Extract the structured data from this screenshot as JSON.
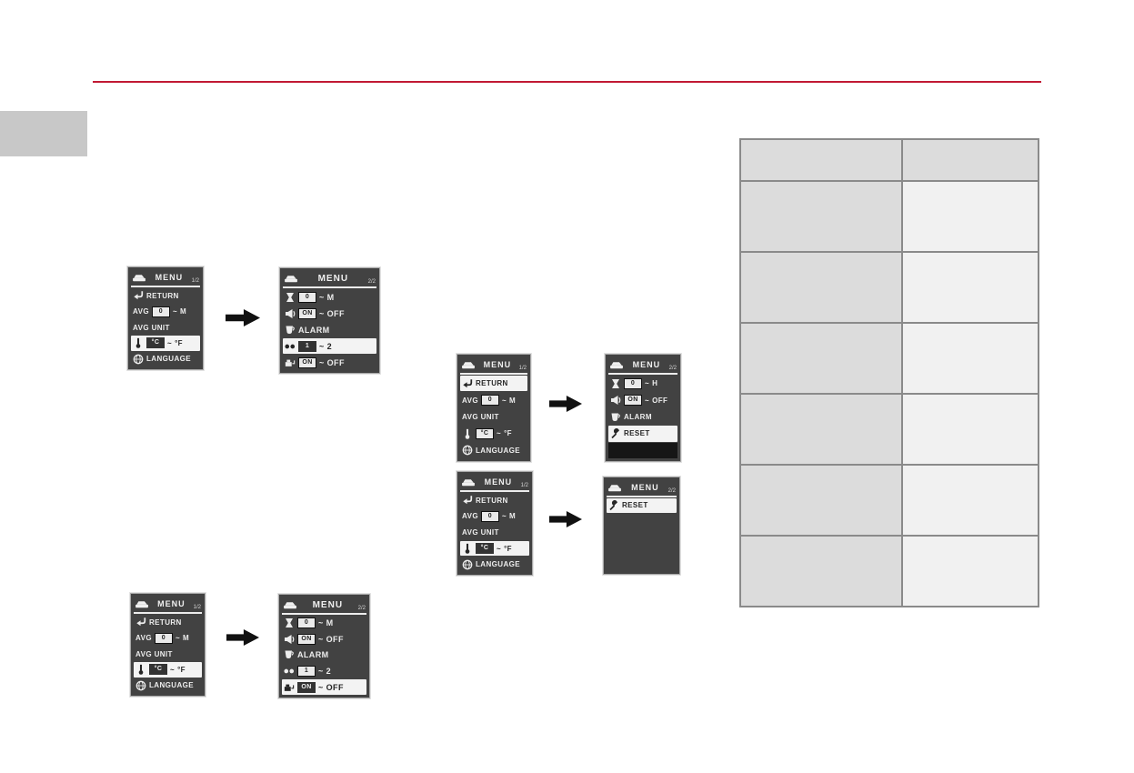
{
  "page": {
    "accent_color": "#c11934",
    "side_tab_color": "#c8c8c8",
    "arrow_color": "#111111"
  },
  "lcd": {
    "title": "MENU",
    "header_icon": "car-icon",
    "screens": {
      "s1l": {
        "page": "1/2",
        "rows": [
          {
            "segs": [
              {
                "icon": "return-icon"
              },
              {
                "text": "RETURN"
              }
            ]
          },
          {
            "segs": [
              {
                "text": "AVG"
              },
              {
                "box": "0"
              },
              {
                "text": "~"
              },
              {
                "text": "M"
              }
            ]
          },
          {
            "segs": [
              {
                "text": "AVG UNIT"
              }
            ]
          },
          {
            "sel": true,
            "segs": [
              {
                "icon": "thermometer-icon"
              },
              {
                "box": "°C"
              },
              {
                "text": "~"
              },
              {
                "text": "°F"
              }
            ]
          },
          {
            "segs": [
              {
                "icon": "globe-icon"
              },
              {
                "text": "LANGUAGE"
              }
            ]
          }
        ]
      },
      "s1r": {
        "page": "2/2",
        "rows": [
          {
            "segs": [
              {
                "icon": "hourglass-icon"
              },
              {
                "box": "0"
              },
              {
                "text": "~"
              },
              {
                "text": "M"
              }
            ]
          },
          {
            "segs": [
              {
                "icon": "speaker-icon"
              },
              {
                "box": "ON"
              },
              {
                "text": "~"
              },
              {
                "text": "OFF"
              }
            ]
          },
          {
            "segs": [
              {
                "icon": "cup-icon"
              },
              {
                "text": "ALARM"
              }
            ]
          },
          {
            "sel": true,
            "segs": [
              {
                "icon": "dots-icon"
              },
              {
                "box": "1"
              },
              {
                "text": "~"
              },
              {
                "text": "2"
              }
            ]
          },
          {
            "segs": [
              {
                "icon": "fuel-icon"
              },
              {
                "box": "ON"
              },
              {
                "text": "~"
              },
              {
                "text": "OFF"
              }
            ]
          }
        ]
      },
      "s2l": {
        "page": "1/2",
        "rows": [
          {
            "sel": true,
            "segs": [
              {
                "icon": "return-icon"
              },
              {
                "text": "RETURN"
              }
            ]
          },
          {
            "segs": [
              {
                "text": "AVG"
              },
              {
                "box": "0"
              },
              {
                "text": "~"
              },
              {
                "text": "M"
              }
            ]
          },
          {
            "segs": [
              {
                "text": "AVG UNIT"
              }
            ]
          },
          {
            "segs": [
              {
                "icon": "thermometer-icon"
              },
              {
                "box": "°C"
              },
              {
                "text": "~"
              },
              {
                "text": "°F"
              }
            ]
          },
          {
            "segs": [
              {
                "icon": "globe-icon"
              },
              {
                "text": "LANGUAGE"
              }
            ]
          }
        ]
      },
      "s2r": {
        "page": "2/2",
        "rows": [
          {
            "segs": [
              {
                "icon": "hourglass-icon"
              },
              {
                "box": "0"
              },
              {
                "text": "~"
              },
              {
                "text": "H"
              }
            ]
          },
          {
            "segs": [
              {
                "icon": "speaker-icon"
              },
              {
                "box": "ON"
              },
              {
                "text": "~"
              },
              {
                "text": "OFF"
              }
            ]
          },
          {
            "segs": [
              {
                "icon": "cup-icon"
              },
              {
                "text": "ALARM"
              }
            ]
          },
          {
            "sel": true,
            "segs": [
              {
                "icon": "reset-icon"
              },
              {
                "text": "RESET"
              }
            ]
          },
          {
            "black": true,
            "segs": []
          }
        ]
      },
      "s3l": {
        "page": "1/2",
        "rows": [
          {
            "segs": [
              {
                "icon": "return-icon"
              },
              {
                "text": "RETURN"
              }
            ]
          },
          {
            "segs": [
              {
                "text": "AVG"
              },
              {
                "box": "0"
              },
              {
                "text": "~"
              },
              {
                "text": "M"
              }
            ]
          },
          {
            "segs": [
              {
                "text": "AVG UNIT"
              }
            ]
          },
          {
            "sel": true,
            "segs": [
              {
                "icon": "thermometer-icon"
              },
              {
                "box": "°C"
              },
              {
                "text": "~"
              },
              {
                "text": "°F"
              }
            ]
          },
          {
            "segs": [
              {
                "icon": "globe-icon"
              },
              {
                "text": "LANGUAGE"
              }
            ]
          }
        ]
      },
      "s3r": {
        "page": "2/2",
        "rows": [
          {
            "sel": true,
            "segs": [
              {
                "icon": "reset-icon"
              },
              {
                "text": "RESET"
              }
            ]
          },
          {
            "filler": true,
            "segs": []
          }
        ]
      },
      "s4l": {
        "page": "1/2",
        "rows": [
          {
            "segs": [
              {
                "icon": "return-icon"
              },
              {
                "text": "RETURN"
              }
            ]
          },
          {
            "segs": [
              {
                "text": "AVG"
              },
              {
                "box": "0"
              },
              {
                "text": "~"
              },
              {
                "text": "M"
              }
            ]
          },
          {
            "segs": [
              {
                "text": "AVG UNIT"
              }
            ]
          },
          {
            "sel": true,
            "segs": [
              {
                "icon": "thermometer-icon"
              },
              {
                "box": "°C"
              },
              {
                "text": "~"
              },
              {
                "text": "°F"
              }
            ]
          },
          {
            "segs": [
              {
                "icon": "globe-icon"
              },
              {
                "text": "LANGUAGE"
              }
            ]
          }
        ]
      },
      "s4r": {
        "page": "2/2",
        "rows": [
          {
            "segs": [
              {
                "icon": "hourglass-icon"
              },
              {
                "box": "0"
              },
              {
                "text": "~"
              },
              {
                "text": "M"
              }
            ]
          },
          {
            "segs": [
              {
                "icon": "speaker-icon"
              },
              {
                "box": "ON"
              },
              {
                "text": "~"
              },
              {
                "text": "OFF"
              }
            ]
          },
          {
            "segs": [
              {
                "icon": "cup-icon"
              },
              {
                "text": "ALARM"
              }
            ]
          },
          {
            "segs": [
              {
                "icon": "dots-icon"
              },
              {
                "box": "1"
              },
              {
                "text": "~"
              },
              {
                "text": "2"
              }
            ]
          },
          {
            "sel": true,
            "segs": [
              {
                "icon": "fuel-icon"
              },
              {
                "box": "ON"
              },
              {
                "text": "~"
              },
              {
                "text": "OFF"
              }
            ]
          }
        ]
      }
    }
  },
  "table": {
    "border_color": "#8a8a8a",
    "header_fill": "#dcdcdc",
    "left_col_fill": "#dcdcdc",
    "right_col_fill": "#f1f1f1",
    "header": [
      "",
      ""
    ],
    "rows": [
      [
        "",
        ""
      ],
      [
        "",
        ""
      ],
      [
        "",
        ""
      ],
      [
        "",
        ""
      ],
      [
        "",
        ""
      ],
      [
        "",
        ""
      ]
    ]
  }
}
